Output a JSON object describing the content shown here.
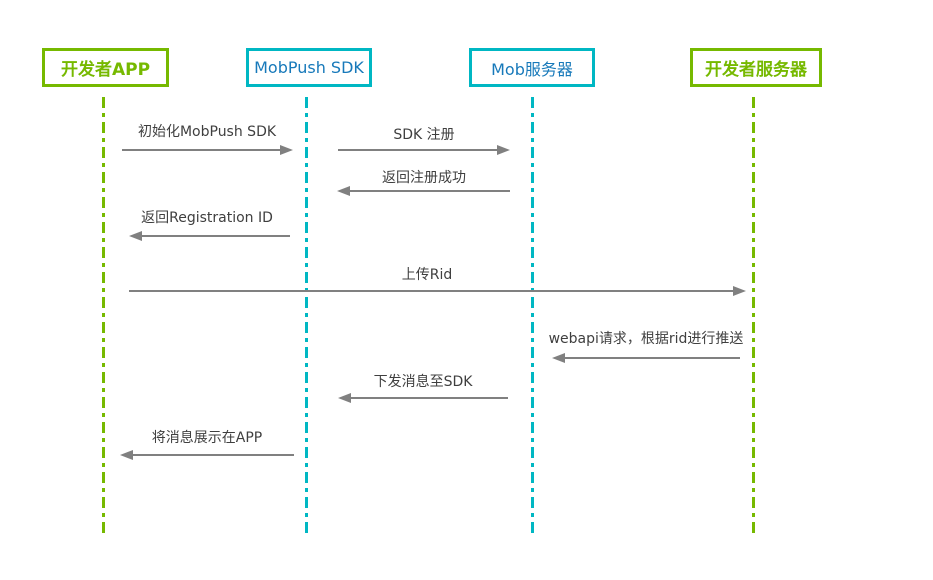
{
  "diagram": {
    "type": "sequence",
    "participants": [
      {
        "id": "developer-app",
        "label": "开发者APP",
        "theme": "green"
      },
      {
        "id": "mobpush-sdk",
        "label": "MobPush SDK",
        "theme": "cyan"
      },
      {
        "id": "mob-server",
        "label": "Mob服务器",
        "theme": "cyan"
      },
      {
        "id": "developer-server",
        "label": "开发者服务器",
        "theme": "green"
      }
    ],
    "messages": [
      {
        "from": "developer-app",
        "to": "mobpush-sdk",
        "direction": "right",
        "label": "初始化MobPush SDK"
      },
      {
        "from": "mobpush-sdk",
        "to": "mob-server",
        "direction": "right",
        "label": "SDK 注册"
      },
      {
        "from": "mob-server",
        "to": "mobpush-sdk",
        "direction": "left",
        "label": "返回注册成功"
      },
      {
        "from": "mobpush-sdk",
        "to": "developer-app",
        "direction": "left",
        "label": "返回Registration ID"
      },
      {
        "from": "developer-app",
        "to": "developer-server",
        "direction": "right",
        "label": "上传Rid"
      },
      {
        "from": "developer-server",
        "to": "mob-server",
        "direction": "left",
        "label": "webapi请求，根据rid进行推送"
      },
      {
        "from": "mob-server",
        "to": "mobpush-sdk",
        "direction": "left",
        "label": "下发消息至SDK"
      },
      {
        "from": "mobpush-sdk",
        "to": "developer-app",
        "direction": "left",
        "label": "将消息展示在APP"
      }
    ]
  },
  "colors": {
    "green": "#76b900",
    "cyan": "#00b7c3",
    "blue_text": "#1779ba",
    "arrow": "#808080",
    "label_text": "#3f3f3f"
  }
}
